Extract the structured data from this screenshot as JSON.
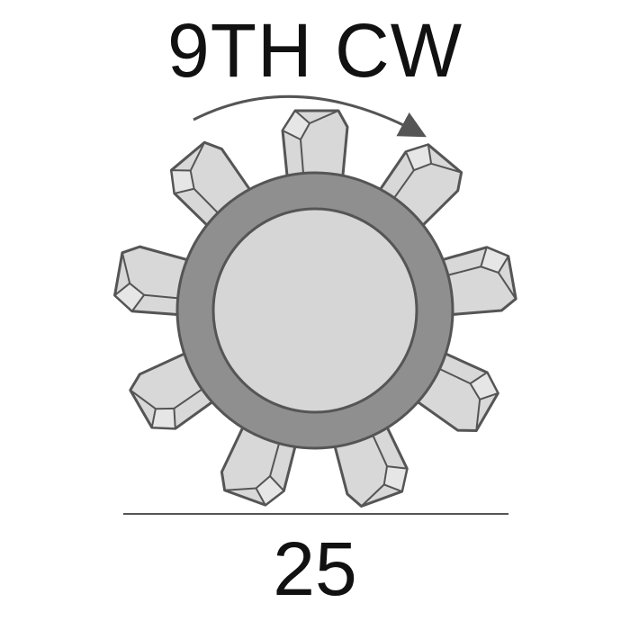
{
  "title": "9TH CW",
  "step_number": "25",
  "gear": {
    "tooth_count": 9,
    "rotation_direction": "clockwise",
    "icon": "gear-with-rotation-arrow-icon"
  },
  "colors": {
    "text": "#111111",
    "outline": "#555555",
    "tooth_fill": "#d8d8d8",
    "tooth_side": "#e6e6e6",
    "ring_fill": "#8f8f8f",
    "hub_fill": "#d6d6d6",
    "arrow": "#555555",
    "divider": "#555555"
  }
}
